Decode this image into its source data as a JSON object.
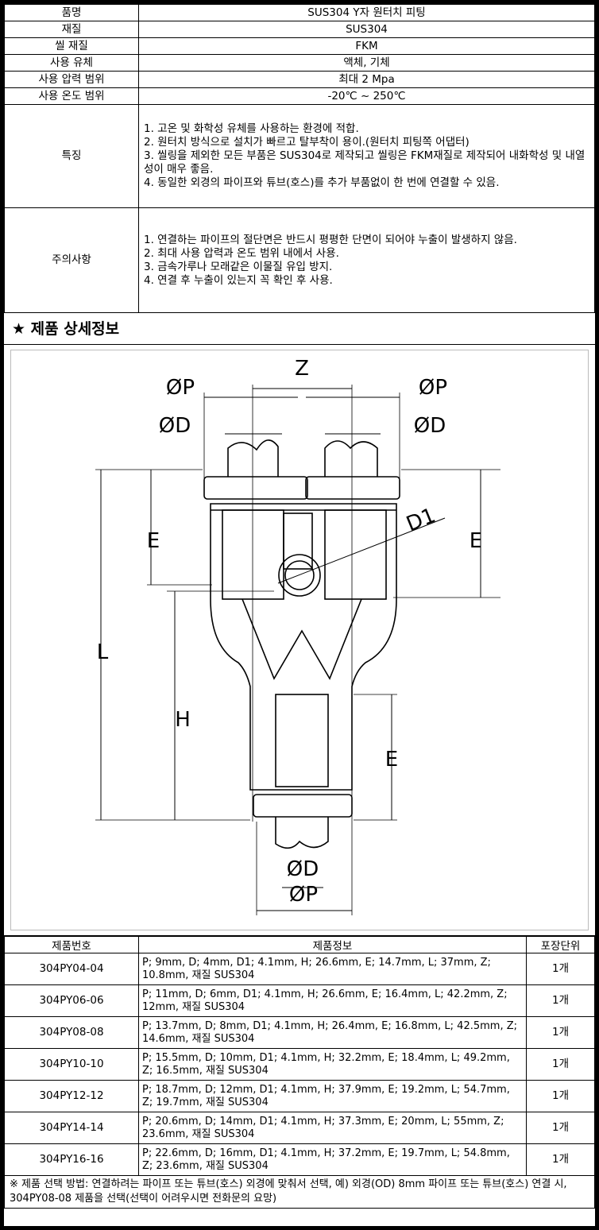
{
  "spec": {
    "rows": [
      {
        "label": "품명",
        "value": "SUS304 Y자 원터치 피팅"
      },
      {
        "label": "재질",
        "value": "SUS304"
      },
      {
        "label": "씰 재질",
        "value": "FKM"
      },
      {
        "label": "사용 유체",
        "value": "액체, 기체"
      },
      {
        "label": "사용 압력 범위",
        "value": "최대 2 Mpa"
      },
      {
        "label": "사용 온도 범위",
        "value": "-20℃ ~ 250℃"
      }
    ],
    "features_label": "특징",
    "features": [
      "1. 고온 및 화학성 유체를 사용하는 환경에 적합.",
      "2. 원터치 방식으로 설치가 빠르고 탈부착이 용이.(원터치 피팅쪽 어댑터)",
      "3. 씰링을 제외한 모든 부품은 SUS304로 제작되고 씰링은 FKM재질로 제작되어 내화학성 및 내열성이 매우 좋음.",
      "4. 동일한 외경의 파이프와 튜브(호스)를 추가 부품없이 한 번에 연결할 수 있음."
    ],
    "caution_label": "주의사항",
    "cautions": [
      "1. 연결하는 파이프의 절단면은 반드시 평평한 단면이 되어야 누출이 발생하지 않음.",
      "2. 최대 사용 압력과 온도 범위 내에서 사용.",
      "3. 금속가루나 모래같은 이물질 유입 방지.",
      "4. 연결 후 누출이 있는지 꼭 확인 후 사용."
    ]
  },
  "detail_title": "★ 제품 상세정보",
  "diagram": {
    "labels": {
      "z": "Z",
      "p_left": "ØP",
      "p_right": "ØP",
      "d_left": "ØD",
      "d_right": "ØD",
      "e_left": "E",
      "e_right": "E",
      "e_bottom": "E",
      "l": "L",
      "h": "H",
      "d1": "D1",
      "d_bottom": "ØD",
      "p_bottom": "ØP"
    }
  },
  "products": {
    "headers": [
      "제품번호",
      "제품정보",
      "포장단위"
    ],
    "rows": [
      {
        "code": "304PY04-04",
        "info": "P; 9mm, D; 4mm, D1; 4.1mm, H; 26.6mm, E; 14.7mm, L; 37mm, Z; 10.8mm, 재질 SUS304",
        "unit": "1개"
      },
      {
        "code": "304PY06-06",
        "info": "P; 11mm, D; 6mm, D1; 4.1mm, H; 26.6mm, E; 16.4mm, L; 42.2mm, Z; 12mm, 재질 SUS304",
        "unit": "1개"
      },
      {
        "code": "304PY08-08",
        "info": "P; 13.7mm, D; 8mm, D1; 4.1mm, H; 26.4mm, E; 16.8mm, L; 42.5mm, Z; 14.6mm, 재질 SUS304",
        "unit": "1개"
      },
      {
        "code": "304PY10-10",
        "info": "P; 15.5mm, D; 10mm, D1; 4.1mm, H; 32.2mm, E; 18.4mm, L; 49.2mm, Z; 16.5mm, 재질 SUS304",
        "unit": "1개"
      },
      {
        "code": "304PY12-12",
        "info": "P; 18.7mm, D; 12mm, D1; 4.1mm, H; 37.9mm, E; 19.2mm, L; 54.7mm, Z; 19.7mm, 재질 SUS304",
        "unit": "1개"
      },
      {
        "code": "304PY14-14",
        "info": "P; 20.6mm, D; 14mm, D1; 4.1mm, H; 37.3mm, E; 20mm, L; 55mm, Z; 23.6mm, 재질 SUS304",
        "unit": "1개"
      },
      {
        "code": "304PY16-16",
        "info": "P; 22.6mm, D; 16mm, D1; 4.1mm, H; 37.2mm, E; 19.7mm, L; 54.8mm, Z; 23.6mm, 재질 SUS304",
        "unit": "1개"
      }
    ]
  },
  "note": "※ 제품 선택 방법: 연결하려는 파이프 또는 튜브(호스) 외경에 맞춰서 선택, 예) 외경(OD) 8mm 파이프 또는 튜브(호스) 연결 시, 304PY08-08 제품을 선택(선택이 어려우시면 전화문의 요망)"
}
